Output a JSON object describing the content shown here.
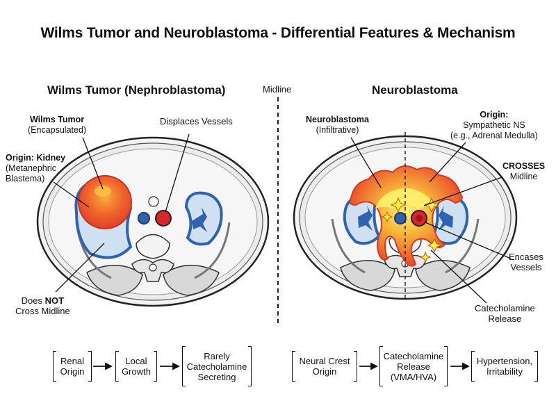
{
  "title": "Wilms Tumor and Neuroblastoma - Differential Features & Mechanism",
  "midline_label": "Midline",
  "left_panel": {
    "title": "Wilms Tumor (Nephroblastoma)",
    "label_tumor_bold": "Wilms Tumor",
    "label_tumor_sub": "(Encapsulated)",
    "label_origin_bold": "Origin: Kidney",
    "label_origin_line1": "(Metanephric",
    "label_origin_line2": "Blastema)",
    "label_displaces": "Displaces Vessels",
    "label_not_pre": "Does ",
    "label_not_bold": "NOT",
    "label_not_line2": "Cross Midline",
    "flow": [
      {
        "line1": "Renal",
        "line2": "Origin",
        "line3": ""
      },
      {
        "line1": "Local",
        "line2": "Growth",
        "line3": ""
      },
      {
        "line1": "Rarely",
        "line2": "Catecholamine",
        "line3": "Secreting"
      }
    ]
  },
  "right_panel": {
    "title": "Neuroblastoma",
    "label_nb_bold": "Neuroblastoma",
    "label_nb_sub": "(Infiltrative)",
    "label_origin_bold": "Origin:",
    "label_origin_line1": "Sympathetic NS",
    "label_origin_line2": "(e.g., Adrenal Medulla)",
    "label_crosses_bold": "CROSSES",
    "label_crosses_sub": "Midline",
    "label_encases_line1": "Encases",
    "label_encases_line2": "Vessels",
    "label_cat_line1": "Catecholamine",
    "label_cat_line2": "Release",
    "flow": [
      {
        "line1": "Neural Crest",
        "line2": "Origin",
        "line3": ""
      },
      {
        "line1": "Catecholamine",
        "line2": "Release",
        "line3": "(VMA/HVA)"
      },
      {
        "line1": "Hypertension,",
        "line2": "Irritability",
        "line3": ""
      }
    ]
  },
  "colors": {
    "tumor_red": "#e8452c",
    "tumor_orange": "#f59a2a",
    "kidney_blue": "#2f63b0",
    "vessel_red": "#d9262b",
    "body_fill": "#efefef",
    "outline": "#222222"
  }
}
